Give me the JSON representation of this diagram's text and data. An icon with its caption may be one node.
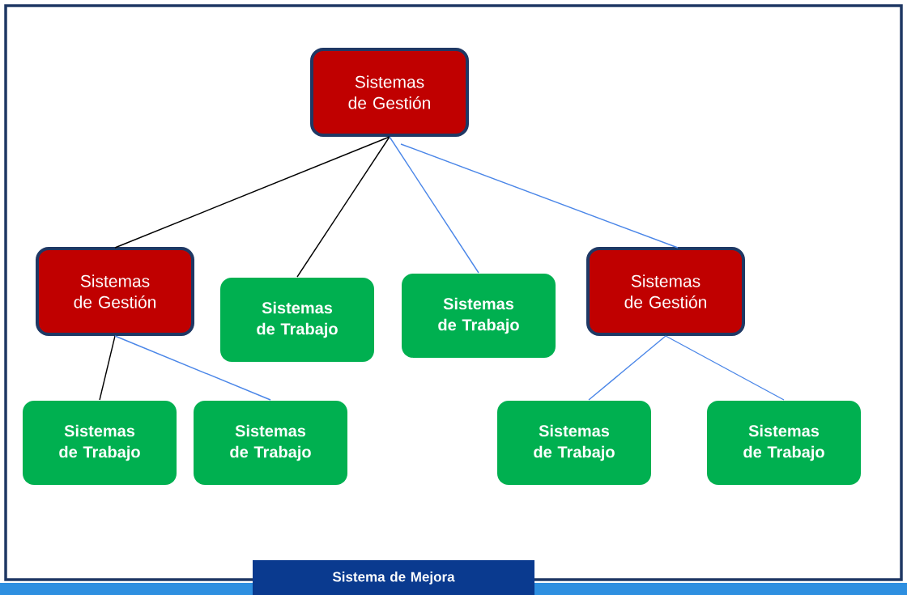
{
  "diagram": {
    "nodes": [
      {
        "text": [
          "Sistemas de Gestión"
        ]
      },
      {
        "text": [
          "Sistemas de Gestión"
        ]
      },
      {
        "text": [
          "Sistemas de Trabajo"
        ]
      },
      {
        "text": [
          "Sistemas de Trabajo"
        ]
      },
      {
        "text": [
          "Sistemas de Gestión"
        ]
      },
      {
        "text": [
          "Sistemas de Trabajo"
        ]
      },
      {
        "text": [
          "Sistemas de Trabajo"
        ]
      },
      {
        "text": [
          "Sistemas de Trabajo"
        ]
      },
      {
        "text": [
          "Sistemas de Trabajo"
        ]
      },
      {
        "text": [
          "Sistema de Mejora"
        ]
      }
    ],
    "edges": [
      {
        "from": 0,
        "to": 1,
        "arrow": "none",
        "color": "#000000"
      },
      {
        "from": 0,
        "to": 2,
        "arrow": "none",
        "color": "#000000"
      },
      {
        "from": 0,
        "to": 3,
        "arrow": "none"
      },
      {
        "from": 0,
        "to": 4,
        "arrow": "none"
      },
      {
        "from": 1,
        "to": 5,
        "arrow": "none",
        "color": "#000000"
      },
      {
        "from": 1,
        "to": 6,
        "arrow": "none"
      },
      {
        "from": 4,
        "to": 7,
        "arrow": "none"
      },
      {
        "from": 4,
        "to": 8,
        "arrow": "none"
      }
    ]
  }
}
